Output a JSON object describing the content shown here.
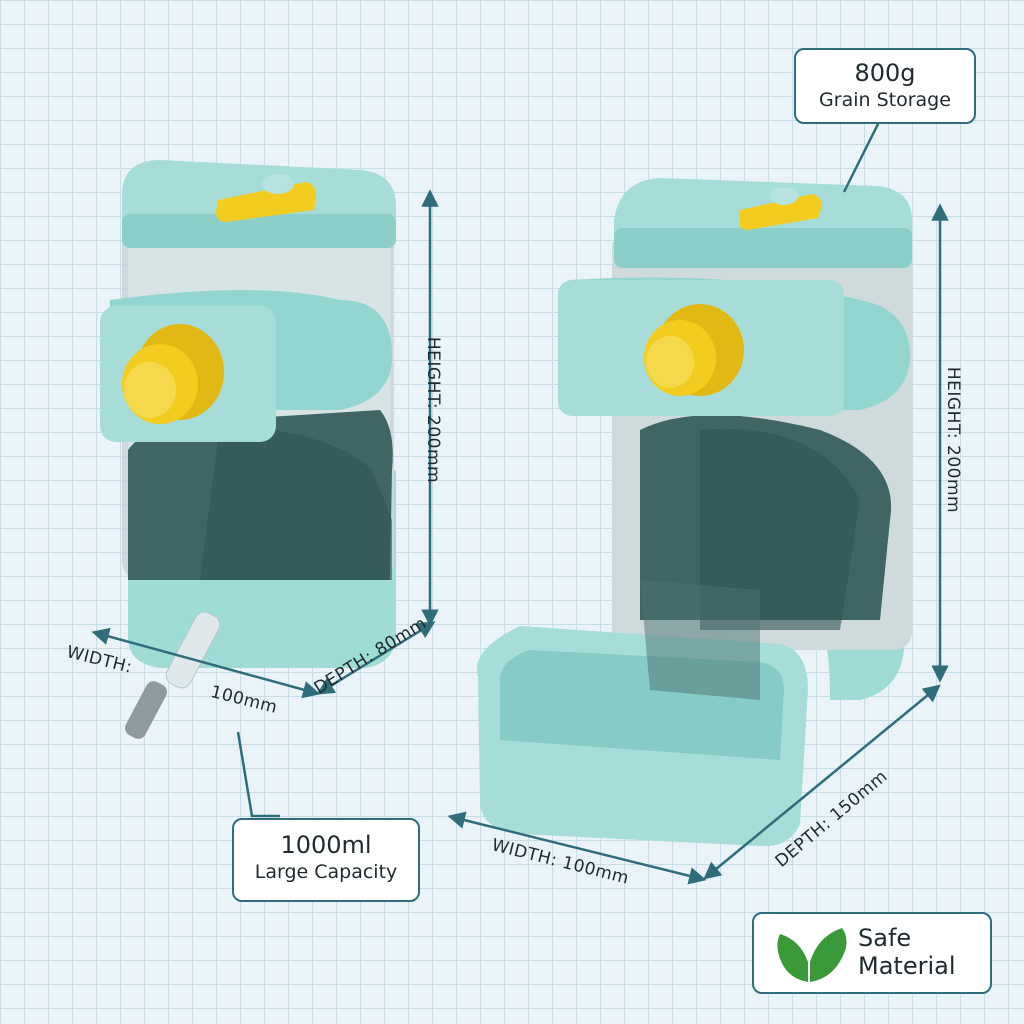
{
  "callouts": {
    "grain": {
      "value": "800g",
      "text": "Grain Storage"
    },
    "capacity": {
      "value": "1000ml",
      "text": "Large Capacity"
    }
  },
  "dimensions": {
    "left_height": "HEIGHT: 200mm",
    "left_width_label": "WIDTH:",
    "left_width_value": "100mm",
    "left_depth": "DEPTH: 80mm",
    "right_height": "HEIGHT: 200mm",
    "right_width": "WIDTH: 100mm",
    "right_depth": "DEPTH: 150mm"
  },
  "badge": {
    "line1": "Safe",
    "line2": "Material",
    "icon": "leaf-icon",
    "icon_color": "#3a9a3a"
  },
  "colors": {
    "accent": "#2f6d7a",
    "body": "#9fdcd6",
    "knob": "#f2cd1f"
  }
}
